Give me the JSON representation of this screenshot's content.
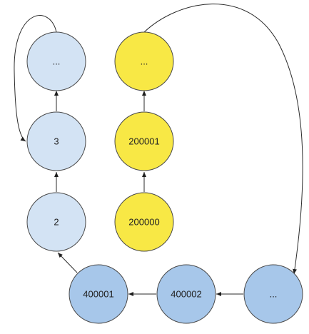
{
  "diagram": {
    "colors": {
      "light_blue": "#d3e3f4",
      "medium_blue": "#a7c7ea",
      "yellow": "#f8e845",
      "stroke": "#4a4a4a"
    },
    "nodes": {
      "n_ellipsis_top_left": {
        "label": "...",
        "fill": "light_blue"
      },
      "n_3": {
        "label": "3",
        "fill": "light_blue"
      },
      "n_2": {
        "label": "2",
        "fill": "light_blue"
      },
      "n_ellipsis_top_mid": {
        "label": "...",
        "fill": "yellow"
      },
      "n_200001": {
        "label": "200001",
        "fill": "yellow"
      },
      "n_200000": {
        "label": "200000",
        "fill": "yellow"
      },
      "n_400001": {
        "label": "400001",
        "fill": "medium_blue"
      },
      "n_400002": {
        "label": "400002",
        "fill": "medium_blue"
      },
      "n_ellipsis_bottom_right": {
        "label": "...",
        "fill": "medium_blue"
      }
    },
    "edges": [
      {
        "from": "n_2",
        "to": "n_3"
      },
      {
        "from": "n_3",
        "to": "n_ellipsis_top_left"
      },
      {
        "from": "n_ellipsis_top_left",
        "to": "n_3"
      },
      {
        "from": "n_200000",
        "to": "n_200001"
      },
      {
        "from": "n_200001",
        "to": "n_ellipsis_top_mid"
      },
      {
        "from": "n_ellipsis_top_mid",
        "to": "n_ellipsis_bottom_right"
      },
      {
        "from": "n_ellipsis_bottom_right",
        "to": "n_400002"
      },
      {
        "from": "n_400002",
        "to": "n_400001"
      },
      {
        "from": "n_400001",
        "to": "n_2"
      }
    ]
  }
}
